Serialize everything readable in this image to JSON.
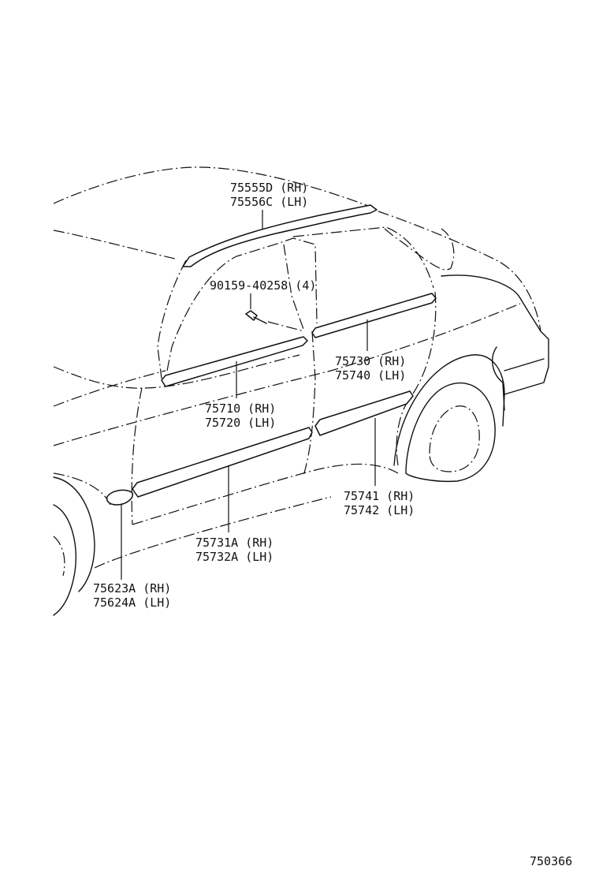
{
  "diagram_id": "750366",
  "callouts": [
    {
      "key": "roof_molding",
      "rh": "75555D (RH)",
      "lh": "75556C (LH)"
    },
    {
      "key": "screw",
      "text": "90159-40258 (4)"
    },
    {
      "key": "rear_belt",
      "rh": "75730 (RH)",
      "lh": "75740 (LH)"
    },
    {
      "key": "front_belt",
      "rh": "75710 (RH)",
      "lh": "75720 (LH)"
    },
    {
      "key": "rear_side",
      "rh": "75741 (RH)",
      "lh": "75742 (LH)"
    },
    {
      "key": "front_side",
      "rh": "75731A (RH)",
      "lh": "75732A (LH)"
    },
    {
      "key": "side_marker",
      "rh": "75623A (RH)",
      "lh": "75624A (LH)"
    }
  ]
}
